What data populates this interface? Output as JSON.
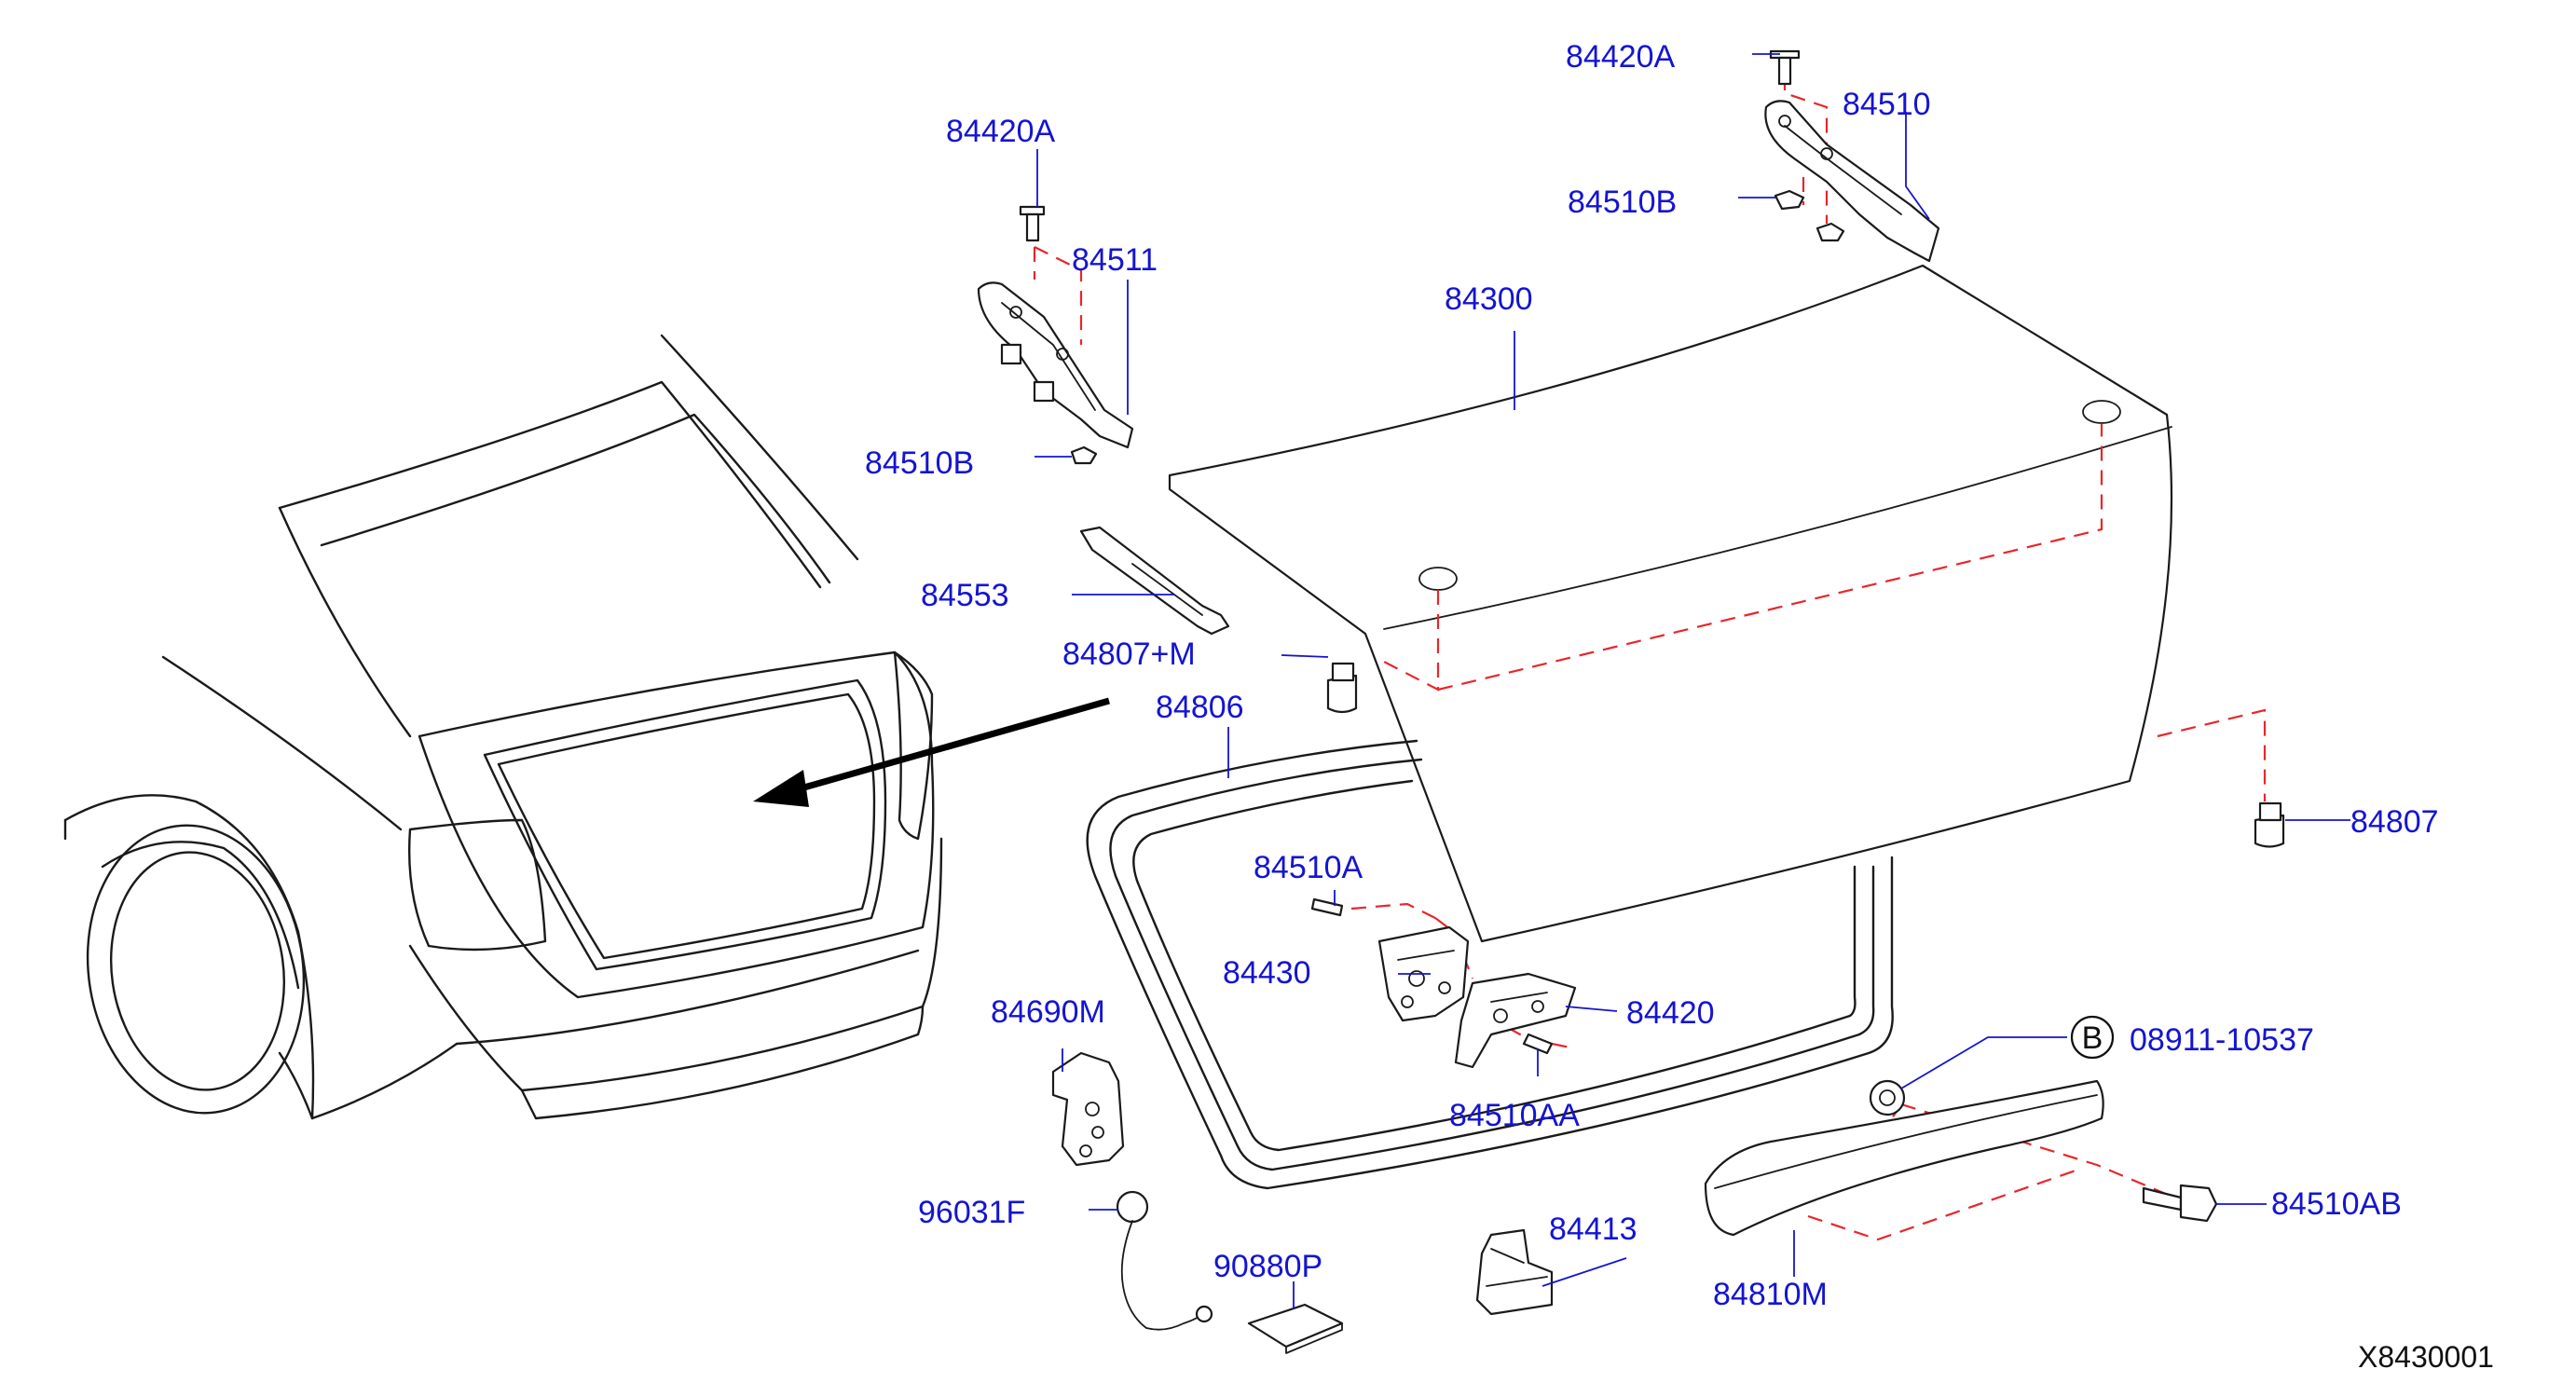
{
  "colors": {
    "label": "#1414d2",
    "dash": "#e8262b",
    "line": "#1a1a1a"
  },
  "labels": {
    "p84420A_top": "84420A",
    "p84510": "84510",
    "p84510B_top": "84510B",
    "p84420A_left": "84420A",
    "p84511": "84511",
    "p84510B_left": "84510B",
    "p84300": "84300",
    "p84553": "84553",
    "p84807M": "84807+M",
    "p84806": "84806",
    "p84807": "84807",
    "p84510A": "84510A",
    "p84430": "84430",
    "p84420": "84420",
    "p84510AA": "84510AA",
    "p84690M": "84690M",
    "p96031F": "96031F",
    "p90880P": "90880P",
    "p84413": "84413",
    "p84810M": "84810M",
    "p08911": "08911-10537",
    "p84510AB": "84510AB"
  },
  "callout_b": "B",
  "diagram_code": "X8430001"
}
